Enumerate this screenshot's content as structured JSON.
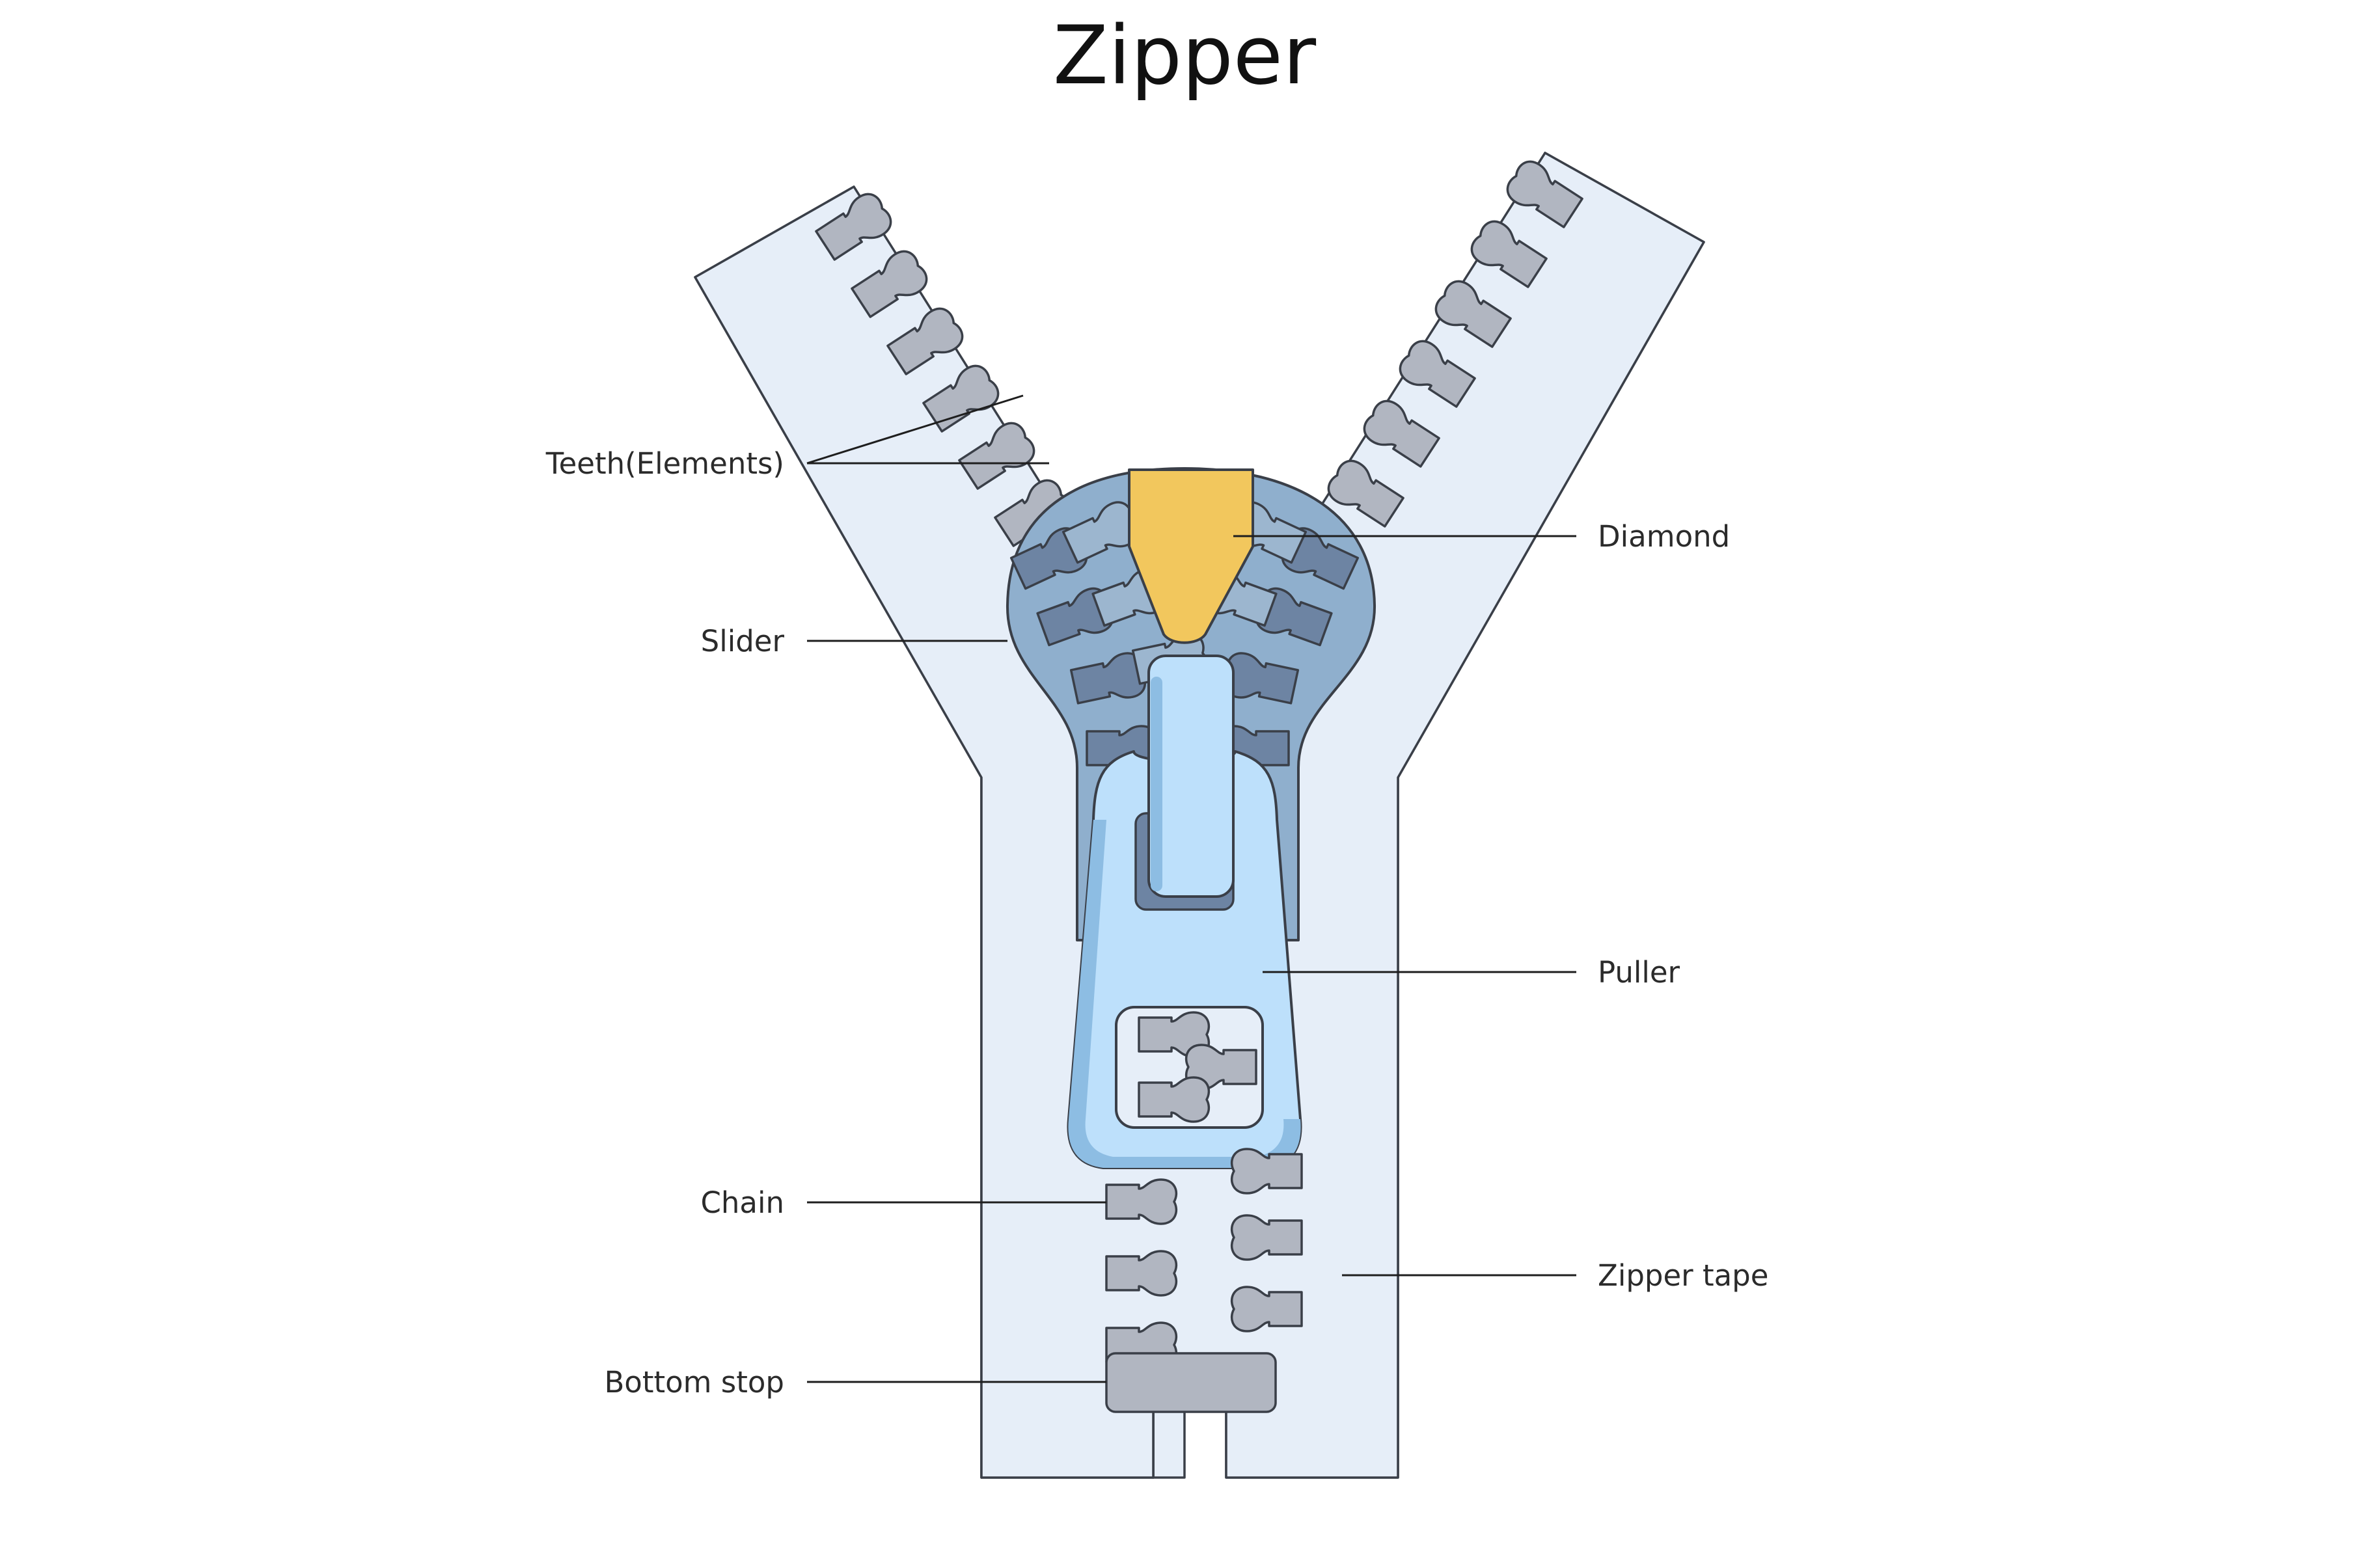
{
  "title": "Zipper",
  "labels": {
    "teeth": "Teeth(Elements)",
    "diamond": "Diamond",
    "slider": "Slider",
    "puller": "Puller",
    "chain": "Chain",
    "zipper_tape": "Zipper tape",
    "bottom_stop": "Bottom stop"
  },
  "colors": {
    "tape": "#e6eef8",
    "teeth": "#b1b6c1",
    "slider": "#8fafcd",
    "diamond": "#f2c75d",
    "puller": "#bde0fb"
  }
}
